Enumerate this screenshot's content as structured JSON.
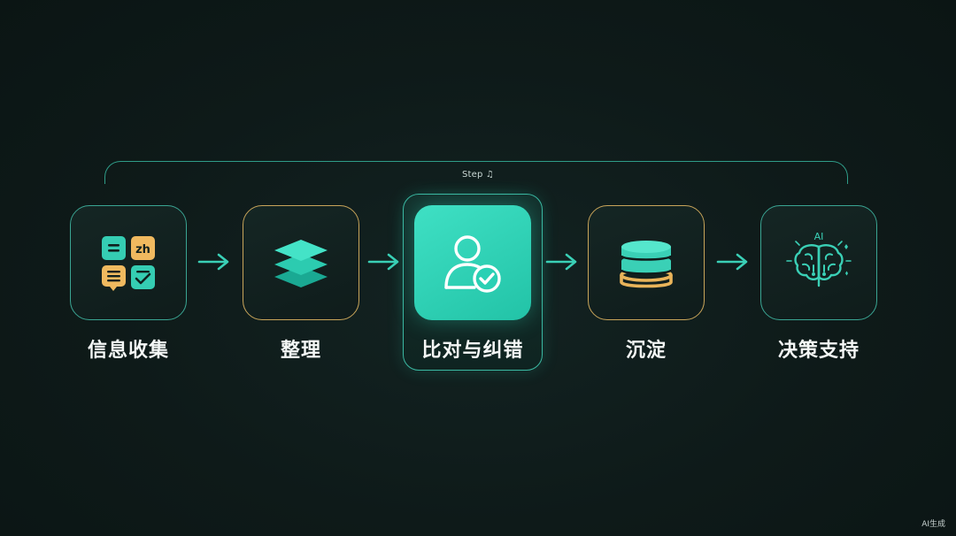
{
  "flow": {
    "step_label": "Step ♫",
    "steps": [
      {
        "label": "信息收集",
        "icon": "info-collection-grid-icon"
      },
      {
        "label": "整理",
        "icon": "layers-stack-icon"
      },
      {
        "label": "比对与纠错",
        "icon": "user-check-icon",
        "active": true
      },
      {
        "label": "沉淀",
        "icon": "database-icon"
      },
      {
        "label": "决策支持",
        "icon": "ai-brain-icon"
      }
    ],
    "ai_badge": "AI"
  },
  "glyph": {
    "text_icon": "zh"
  },
  "watermark": "AI生成",
  "colors": {
    "background": "#0e1a19",
    "teal": "#35d0b6",
    "amber": "#e9b45a",
    "active_fill": "#2fd3b8"
  }
}
